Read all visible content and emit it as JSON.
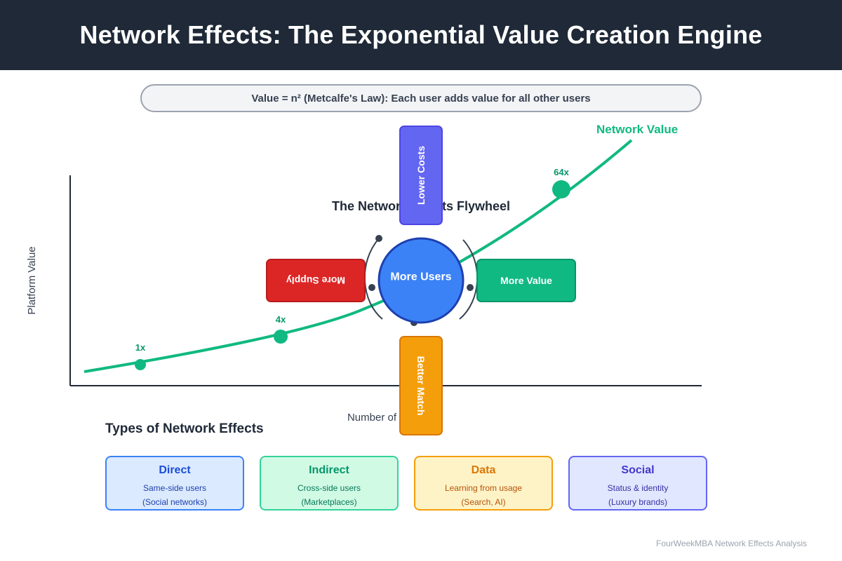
{
  "header": {
    "title": "Network Effects: The Exponential Value Creation Engine"
  },
  "formula": {
    "text": "Value = n² (Metcalfe's Law): Each user adds value for all other users"
  },
  "curve": {
    "label": "Network Value",
    "color": "#10b981",
    "milestones": [
      {
        "label": "1x"
      },
      {
        "label": "4x"
      },
      {
        "label": "64x"
      }
    ]
  },
  "axes": {
    "y_label": "Platform Value",
    "x_label": "Number of"
  },
  "flywheel": {
    "title": "The Network Effects Flywheel",
    "center": {
      "label": "More Users",
      "color": "#3b82f6"
    },
    "nodes": {
      "top": {
        "label": "Lower Costs",
        "color": "#6366f1"
      },
      "right": {
        "label": "More Value",
        "color": "#10b981"
      },
      "bottom": {
        "label": "Better Match",
        "color": "#f59e0b"
      },
      "left": {
        "label": "More Supply",
        "color": "#dc2626"
      }
    }
  },
  "types": {
    "title": "Types of Network Effects",
    "cards": [
      {
        "title": "Direct",
        "line1": "Same-side users",
        "line2": "(Social networks)",
        "bg": "#dbeafe",
        "border": "#3b82f6",
        "title_color": "#1d4ed8",
        "text_color": "#1e40af"
      },
      {
        "title": "Indirect",
        "line1": "Cross-side users",
        "line2": "(Marketplaces)",
        "bg": "#d1fae5",
        "border": "#34d399",
        "title_color": "#059669",
        "text_color": "#047857"
      },
      {
        "title": "Data",
        "line1": "Learning from usage",
        "line2": "(Search, AI)",
        "bg": "#fef3c7",
        "border": "#f59e0b",
        "title_color": "#d97706",
        "text_color": "#b45309"
      },
      {
        "title": "Social",
        "line1": "Status & identity",
        "line2": "(Luxury brands)",
        "bg": "#e0e7ff",
        "border": "#6366f1",
        "title_color": "#4338ca",
        "text_color": "#3730a3"
      }
    ]
  },
  "footer": {
    "text": "FourWeekMBA Network Effects Analysis"
  }
}
